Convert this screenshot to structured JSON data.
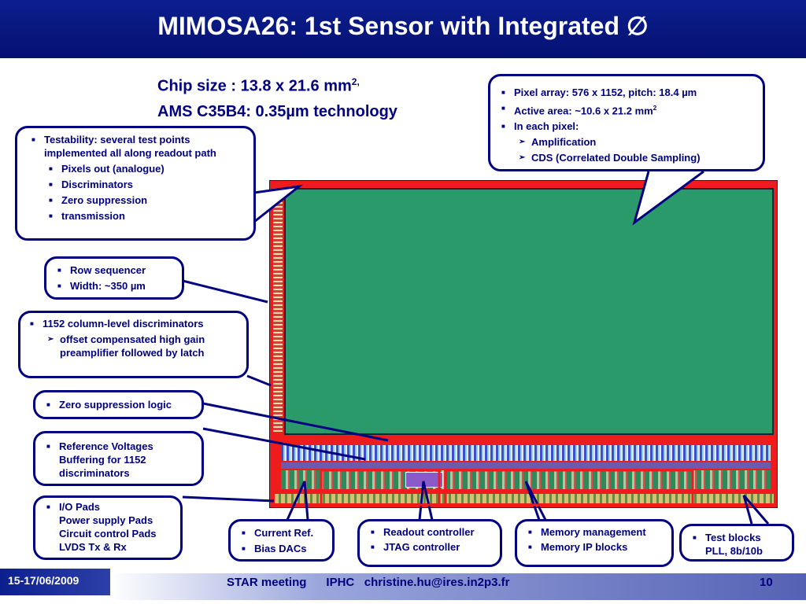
{
  "title": "MIMOSA26: 1st Sensor with Integrated ∅",
  "chip_size": "Chip size : 13.8 x 21.6 mm",
  "chip_size_sup": "2,",
  "technology": "AMS C35B4: 0.35µm technology",
  "pixel_box": {
    "items": [
      "Pixel array: 576 x 1152, pitch: 18.4 µm",
      "Active area: ~10.6 x 21.2 mm",
      "In each pixel:"
    ],
    "area_sup": "2",
    "subitems": [
      "Amplification",
      "CDS (Correlated Double Sampling)"
    ]
  },
  "testability_box": {
    "main": "Testability: several test points implemented all along readout path",
    "subitems": [
      "Pixels out (analogue)",
      "Discriminators",
      "Zero suppression",
      "transmission"
    ]
  },
  "row_box": {
    "items": [
      "Row sequencer",
      "Width: ~350 µm"
    ]
  },
  "disc_box": {
    "main": "1152 column-level discriminators",
    "sub": "offset compensated high gain preamplifier followed by latch"
  },
  "zero_box": {
    "main": "Zero suppression logic"
  },
  "ref_box": {
    "main": "Reference Voltages Buffering for 1152 discriminators"
  },
  "io_box": {
    "lines": [
      "I/O Pads",
      "Power supply Pads",
      "Circuit control Pads",
      "LVDS Tx & Rx"
    ]
  },
  "current_box": {
    "items": [
      "Current Ref.",
      "Bias DACs"
    ]
  },
  "readout_box": {
    "items": [
      "Readout controller",
      "JTAG controller"
    ]
  },
  "memory_box": {
    "items": [
      "Memory management",
      "Memory IP blocks"
    ]
  },
  "test_box": {
    "lines": [
      "Test blocks",
      "PLL, 8b/10b"
    ]
  },
  "footer": {
    "date": "15-17/06/2009",
    "meeting": "STAR meeting",
    "institute": "IPHC",
    "email": "christine.hu@ires.in2p3.fr",
    "page": "10"
  },
  "colors": {
    "title_bg": "#0c1f8f",
    "text": "#000080",
    "chip_red": "#ee1c1c",
    "pixel_green": "#2a9a6a"
  }
}
